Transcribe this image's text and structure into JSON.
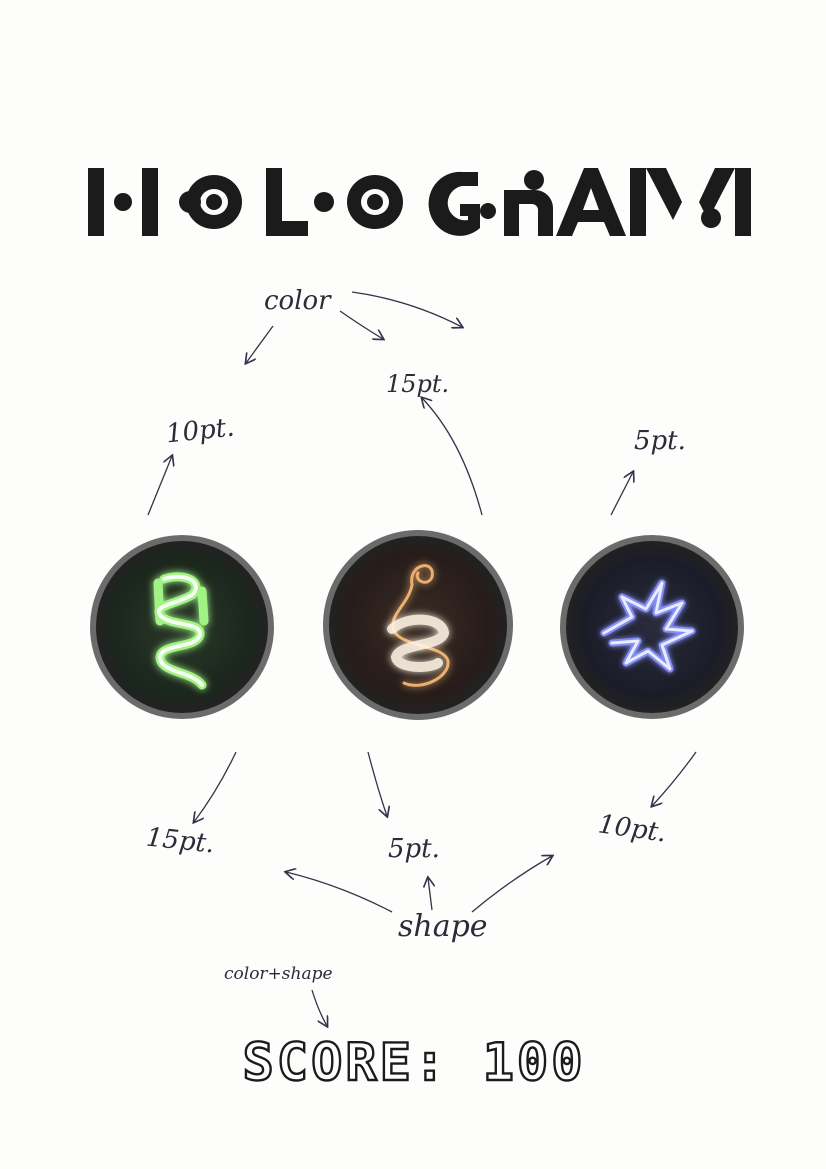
{
  "title": "HOLOGRAM",
  "labels": {
    "color": "color",
    "shape": "shape",
    "color_shape": "color+shape"
  },
  "points": {
    "top_left": "10pt.",
    "top_middle": "15pt.",
    "top_right": "5pt.",
    "bottom_left": "15pt.",
    "bottom_middle": "5pt.",
    "bottom_right": "10pt."
  },
  "score": {
    "text": "SCORE: 100"
  },
  "holograms": [
    {
      "glow_color": "#7dff6a",
      "disc_color": "#1e2a1e"
    },
    {
      "glow_color": "#ffb060",
      "disc_color": "#2a201e"
    },
    {
      "glow_color": "#6f7bff",
      "disc_color": "#1c1d2a"
    }
  ]
}
